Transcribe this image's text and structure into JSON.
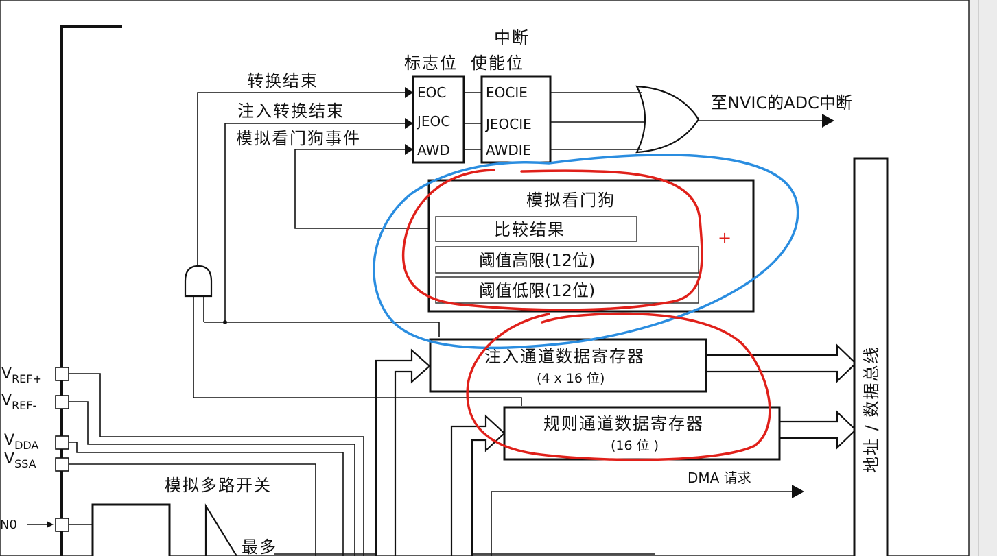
{
  "labels": {
    "flag_bit": "标志位",
    "interrupt_line1": "中断",
    "interrupt_line2": "使能位",
    "end_of_conversion": "转换结束",
    "injected_end_of_conversion": "注入转换结束",
    "analog_watchdog_event": "模拟看门狗事件",
    "to_nvic": "至NVIC的ADC中断",
    "analog_mux": "模拟多路开关",
    "max": "最多",
    "dma_request": "DMA 请求",
    "address_data_bus": "地址 / 数据总线"
  },
  "flags": [
    "EOC",
    "JEOC",
    "AWD"
  ],
  "enables": [
    "EOCIE",
    "JEOCIE",
    "AWDIE"
  ],
  "watchdog": {
    "title": "模拟看门狗",
    "compare_result": "比较结果",
    "high_threshold": "阈值高限(12位)",
    "low_threshold": "阈值低限(12位)"
  },
  "injected_register": {
    "title": "注入通道数据寄存器",
    "size": "(4 x 16 位)"
  },
  "regular_register": {
    "title": "规则通道数据寄存器",
    "size": "(16 位 )"
  },
  "pins": {
    "vref_plus": {
      "base": "V",
      "sub": "REF+"
    },
    "vref_minus": {
      "base": "V",
      "sub": "REF-"
    },
    "vdda": {
      "base": "V",
      "sub": "DDA"
    },
    "vssa": {
      "base": "V",
      "sub": "SSA"
    },
    "in0": "N0"
  },
  "annotation_marker": "+",
  "colors": {
    "red_annotation": "#e0201a",
    "blue_annotation": "#2a8de0",
    "background": "#ececec"
  }
}
